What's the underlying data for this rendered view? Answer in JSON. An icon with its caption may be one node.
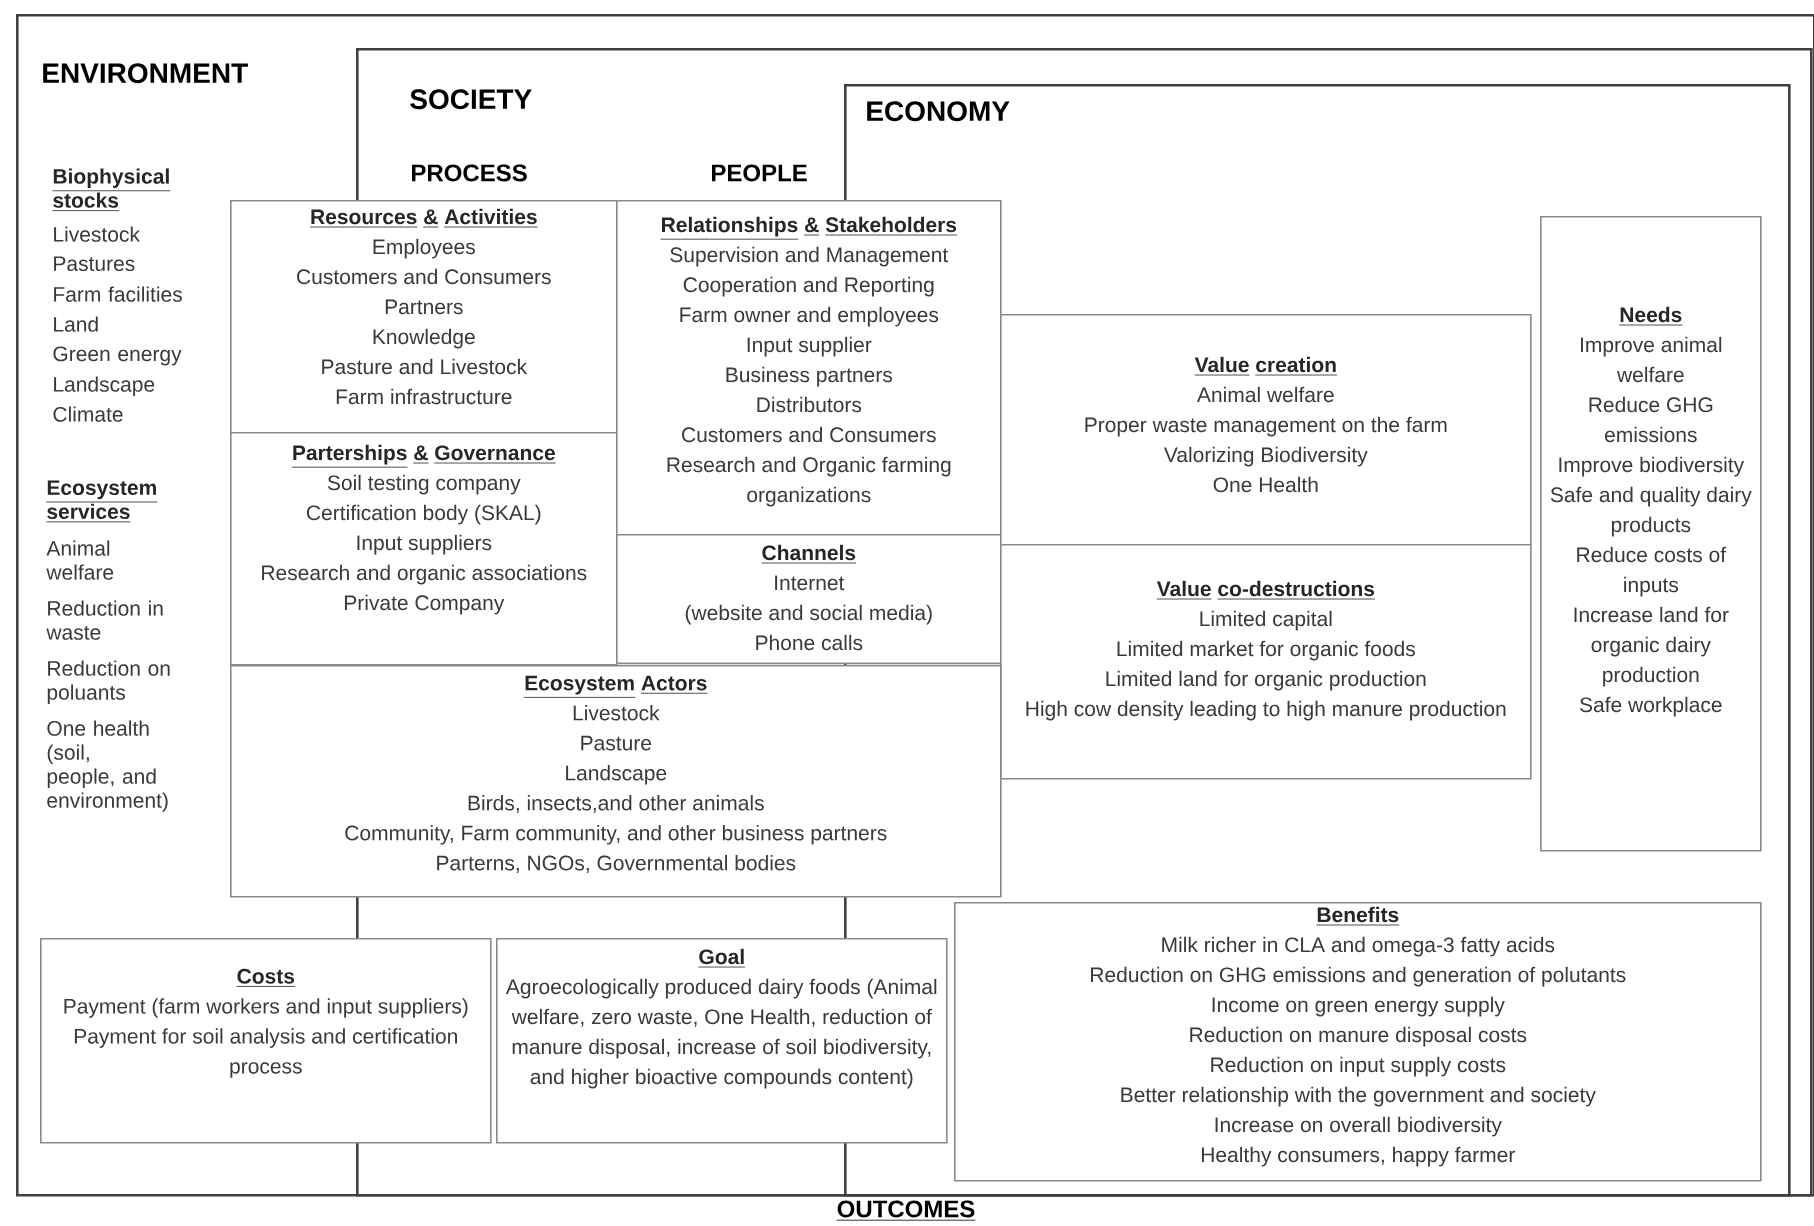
{
  "diagram": {
    "nodes": [
      {
        "text": [
          "ENVIRONMENT"
        ]
      },
      {
        "text": [
          "SOCIETY"
        ],
        "in": 0
      },
      {
        "text": [
          "ECONOMY"
        ],
        "in": 1
      },
      {
        "text": [
          "Resources & Activities",
          "Employees",
          "Customers and Consumers",
          "Partners",
          "Knowledge",
          "Pasture and Livestock",
          "Farm infrastructure"
        ],
        "beside": [
          "PROCESS"
        ],
        "in": 0
      },
      {
        "text": [
          "Parterships & Governance",
          "Soil testing company",
          "Certification body (SKAL)",
          "Input suppliers",
          "Research and organic associations",
          "Private Company"
        ],
        "in": 0
      },
      {
        "text": [
          "Relationships & Stakeholders",
          "Supervision and Management",
          "Cooperation and Reporting",
          "Farm owner and employees",
          "Input supplier",
          "Business partners",
          "Distributors",
          "Customers and Consumers",
          "Research and Organic farming organizations"
        ],
        "beside": [
          "PEOPLE"
        ],
        "in": 1
      },
      {
        "text": [
          "Channels",
          "Internet",
          "(website and social media)",
          "Phone calls"
        ],
        "in": 1
      },
      {
        "text": [
          "Value creation",
          "Animal welfare",
          "Proper waste management on the farm",
          "Valorizing Biodiversity",
          "One Health"
        ],
        "in": 2
      },
      {
        "text": [
          "Value co-destructions",
          "Limited capital",
          "Limited market for organic foods",
          "Limited land for organic production",
          "High cow density leading to high manure production"
        ],
        "in": 2
      },
      {
        "text": [
          "Needs",
          "Improve animal welfare",
          "Reduce GHG emissions",
          "Improve biodiversity",
          "Safe and quality dairy products",
          "Reduce costs of inputs",
          "Increase land for organic dairy production",
          "Safe workplace"
        ],
        "in": 2
      },
      {
        "text": [
          "Ecosystem Actors",
          "Livestock",
          "Pasture",
          "Landscape",
          "Birds, insects,and other animals",
          "Community, Farm community, and other business partners",
          "Parterns, NGOs, Governmental bodies"
        ],
        "in": 0
      },
      {
        "text": [
          "Costs",
          "Payment (farm workers and input suppliers)",
          "Payment for soil analysis and certification process"
        ],
        "in": 0
      },
      {
        "in": 1,
        "text": [
          "Goal",
          "Agroecologically produced dairy foods (Animal welfare, zero waste, One Health, reduction of manure disposal, increase of soil biodiversity, and higher bioactive compounds content)"
        ]
      },
      {
        "text": [
          "Benefits",
          "Milk richer in CLA and omega-3 fatty acids",
          "Reduction on GHG emissions and generation of polutants",
          "Income on green energy supply",
          "Reduction on manure disposal costs",
          "Reduction on input supply costs",
          "Better relationship with the government and society",
          "Increase on overall biodiversity",
          "Healthy consumers, happy farmer"
        ],
        "in": 2
      }
    ],
    "labels": [
      "Biophysical stocks",
      "Livestock",
      "Pastures",
      "Farm facilities",
      "Land",
      "Green energy",
      "Landscape",
      "Climate",
      "Ecosystem services",
      "Animal welfare",
      "Reduction in waste",
      "Reduction on poluants",
      "One health (soil, people, and environment)",
      "OUTCOMES"
    ]
  }
}
